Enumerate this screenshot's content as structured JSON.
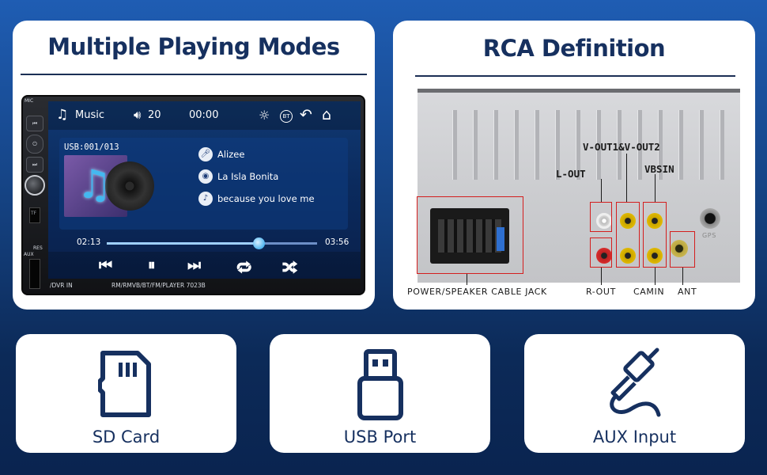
{
  "cards": {
    "modes_title": "Multiple Playing Modes",
    "rca_title": "RCA Definition"
  },
  "head_unit": {
    "app_label": "Music",
    "volume": "20",
    "clock": "00:00",
    "bt_badge": "BT",
    "folder": "USB:001/013",
    "artist": "Alizee",
    "song": "La Isla Bonita",
    "album": "because you love me",
    "elapsed": "02:13",
    "duration": "03:56",
    "progress": 0.72,
    "footer_left": "/DVR IN",
    "footer_right": "RM/RMVB/BT/FM/PLAYER  7023B",
    "side_tf": "TF",
    "side_aux": "AUX",
    "side_res": "RES",
    "side_mic": "MIC"
  },
  "rca": {
    "vout": "V-OUT1&V-OUT2",
    "lout": "L-OUT",
    "vbsin": "VBSIN",
    "power": "POWER/SPEAKER CABLE JACK",
    "rout": "R-OUT",
    "camin": "CAMIN",
    "ant": "ANT",
    "gps": "GPS"
  },
  "features": {
    "sd": "SD Card",
    "usb": "USB Port",
    "aux": "AUX Input"
  },
  "colors": {
    "navy_text": "#16305f",
    "highlight_red": "#d41e1e",
    "bg_top": "#1f5db3",
    "bg_bottom": "#0a2450"
  }
}
